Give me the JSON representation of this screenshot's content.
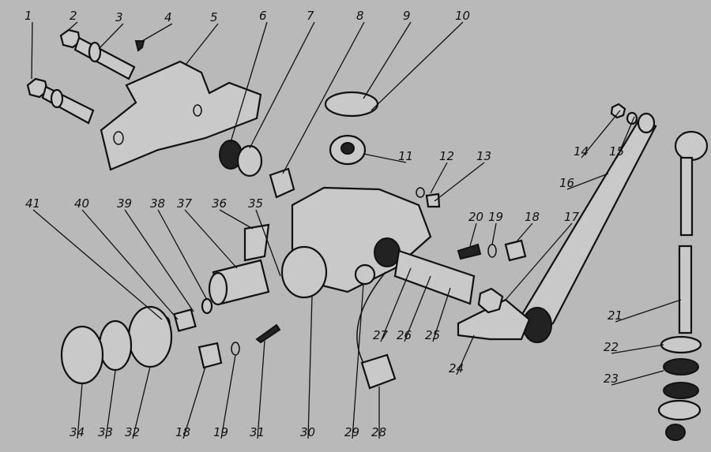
{
  "diagram": {
    "type": "exploded-parts-view",
    "labels": [
      "1",
      "2",
      "3",
      "4",
      "5",
      "6",
      "7",
      "8",
      "9",
      "10",
      "11",
      "12",
      "13",
      "14",
      "15",
      "16",
      "17",
      "18",
      "19",
      "20",
      "21",
      "22",
      "23",
      "24",
      "25",
      "26",
      "27",
      "28",
      "29",
      "30",
      "31",
      "32",
      "33",
      "34",
      "18",
      "19",
      "35",
      "36",
      "37",
      "38",
      "39",
      "40",
      "41"
    ]
  }
}
